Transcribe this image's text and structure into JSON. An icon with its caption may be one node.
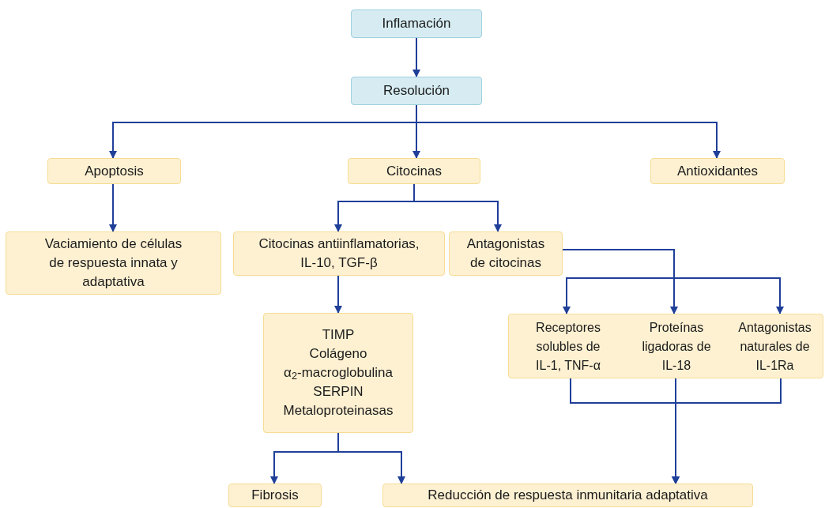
{
  "diagram": {
    "nodes": [
      {
        "text": [
          "Inflamación"
        ]
      },
      {
        "text": [
          "Resolución"
        ]
      },
      {
        "text": [
          "Apoptosis"
        ]
      },
      {
        "text": [
          "Citocinas"
        ]
      },
      {
        "text": [
          "Antioxidantes"
        ]
      },
      {
        "text": [
          "Vaciamiento de células de respuesta innata y adaptativa"
        ]
      },
      {
        "text": [
          "Citocinas antiinflamatorias, IL-10, TGF-β"
        ]
      },
      {
        "text": [
          "Antagonistas de citocinas"
        ]
      },
      {
        "text": [
          "TIMP",
          "Colágeno",
          "α$_{2}$-macroglobulina",
          "SERPIN",
          "Metaloproteinasas"
        ]
      },
      {
        "text": [],
        "shape": "box"
      },
      {
        "text": [
          "Receptores solubles de IL-1, TNF-α"
        ],
        "in": 9
      },
      {
        "text": [
          "Proteínas ligadoras de IL-18"
        ],
        "in": 9
      },
      {
        "text": [
          "Antagonistas naturales de IL-1Ra"
        ],
        "in": 9
      },
      {
        "text": [
          "Fibrosis"
        ]
      },
      {
        "text": [
          "Reducción de respuesta inmunitaria adaptativa"
        ]
      }
    ],
    "edges": [
      {
        "from": 0,
        "to": 1,
        "arrow": "to"
      },
      {
        "from": 1,
        "to": 2,
        "arrow": "to"
      },
      {
        "from": 1,
        "to": 3,
        "arrow": "to"
      },
      {
        "from": 1,
        "to": 4,
        "arrow": "to"
      },
      {
        "from": 2,
        "to": 5,
        "arrow": "to"
      },
      {
        "from": 3,
        "to": 6,
        "arrow": "to"
      },
      {
        "from": 3,
        "to": 7,
        "arrow": "to"
      },
      {
        "from": 6,
        "to": 8,
        "arrow": "to"
      },
      {
        "from": 7,
        "to": 10,
        "arrow": "to"
      },
      {
        "from": 7,
        "to": 11,
        "arrow": "to"
      },
      {
        "from": 7,
        "to": 12,
        "arrow": "to"
      },
      {
        "from": 10,
        "to": 14,
        "arrow": "to"
      },
      {
        "from": 11,
        "to": 14,
        "arrow": "to"
      },
      {
        "from": 12,
        "to": 14,
        "arrow": "to"
      },
      {
        "from": 8,
        "to": 13,
        "arrow": "to"
      },
      {
        "from": 8,
        "to": 14,
        "arrow": "to"
      }
    ]
  }
}
